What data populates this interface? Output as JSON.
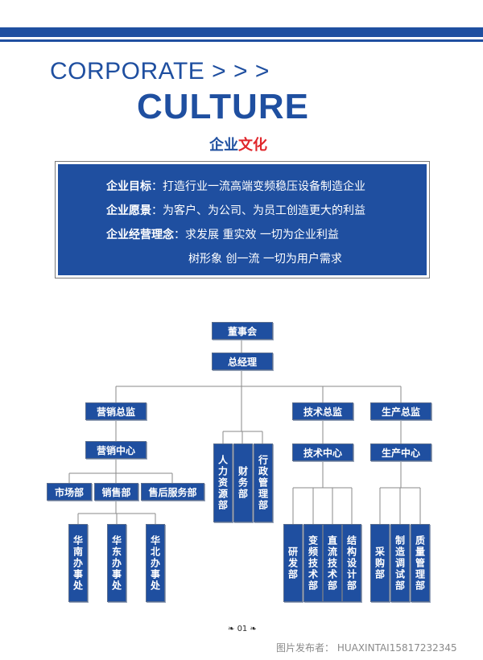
{
  "header": {
    "title_line1": "CORPORATE",
    "title_arrows": " > > >",
    "title_line2": "CULTURE",
    "title_cn_a": "企业",
    "title_cn_b": "文化"
  },
  "culture": {
    "goal_label": "企业目标",
    "goal_text": "：打造行业一流高端变频稳压设备制造企业",
    "vision_label": "企业愿景",
    "vision_text": "：为客户、为公司、为员工创造更大的利益",
    "philosophy_label": "企业经营理念",
    "philosophy_text": "：求发展 重实效 一切为企业利益",
    "philosophy_text2": "树形象 创一流 一切为用户需求"
  },
  "org": {
    "board": "董事会",
    "gm": "总经理",
    "sales_director": "营销总监",
    "sales_center": "营销中心",
    "market_dept": "市场部",
    "sales_dept": "销售部",
    "service_dept": "售后服务部",
    "south_office": "华南办事处",
    "east_office": "华东办事处",
    "north_office": "华北办事处",
    "hr_dept": "人力资源部",
    "finance_dept": "财务部",
    "admin_dept": "行政管理部",
    "tech_director": "技术总监",
    "tech_center": "技术中心",
    "rd_dept": "研发部",
    "vf_dept": "变频技术部",
    "dc_dept": "直流技术部",
    "struct_dept": "结构设计部",
    "prod_director": "生产总监",
    "prod_center": "生产中心",
    "purchase_dept": "采购部",
    "mfg_dept": "制造调试部",
    "qa_dept": "质量管理部"
  },
  "footer": {
    "page_number": "01",
    "credit": "图片发布者：  HUAXINTAI15817232345"
  },
  "colors": {
    "brand_blue": "#1f4fa0",
    "accent_red": "#e0262b"
  }
}
